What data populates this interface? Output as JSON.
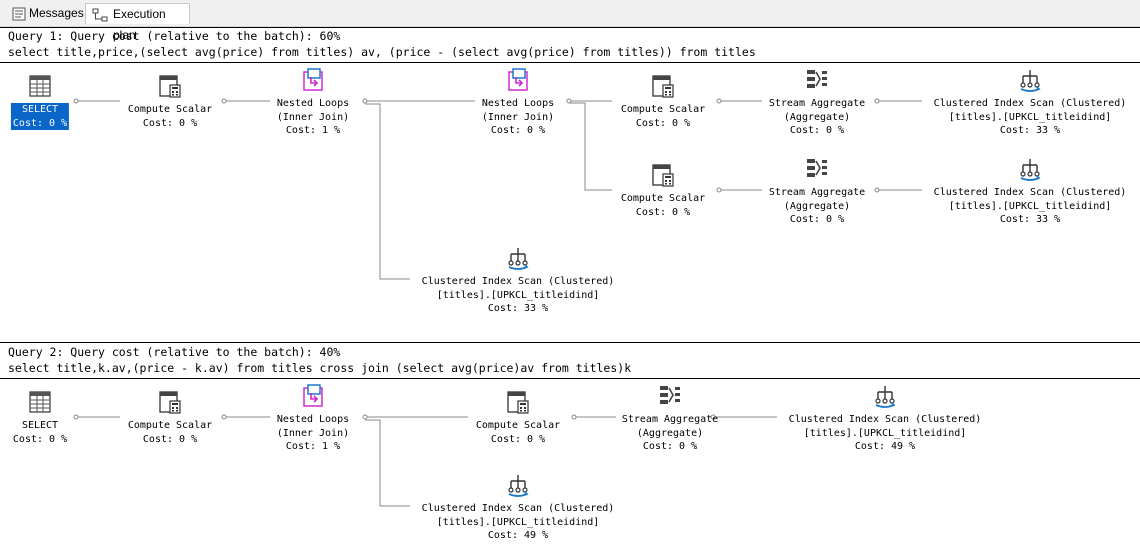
{
  "tabs": {
    "messages_label": "Messages",
    "plan_label": "Execution plan"
  },
  "query1": {
    "header": "Query 1: Query cost (relative to the batch): 60%",
    "sql": "select title,price,(select avg(price) from titles) av, (price - (select avg(price) from titles)) from titles",
    "nodes": {
      "select": {
        "l1": "SELECT",
        "l2": "Cost: 0 %"
      },
      "compute1": {
        "l1": "Compute Scalar",
        "l2": "Cost: 0 %"
      },
      "loops1": {
        "l1": "Nested Loops",
        "l2": "(Inner Join)",
        "l3": "Cost: 1 %"
      },
      "loops2": {
        "l1": "Nested Loops",
        "l2": "(Inner Join)",
        "l3": "Cost: 0 %"
      },
      "compute2": {
        "l1": "Compute Scalar",
        "l2": "Cost: 0 %"
      },
      "stream1": {
        "l1": "Stream Aggregate",
        "l2": "(Aggregate)",
        "l3": "Cost: 0 %"
      },
      "scan1": {
        "l1": "Clustered Index Scan (Clustered)",
        "l2": "[titles].[UPKCL_titleidind]",
        "l3": "Cost: 33 %"
      },
      "compute3": {
        "l1": "Compute Scalar",
        "l2": "Cost: 0 %"
      },
      "stream2": {
        "l1": "Stream Aggregate",
        "l2": "(Aggregate)",
        "l3": "Cost: 0 %"
      },
      "scan2": {
        "l1": "Clustered Index Scan (Clustered)",
        "l2": "[titles].[UPKCL_titleidind]",
        "l3": "Cost: 33 %"
      },
      "scan3": {
        "l1": "Clustered Index Scan (Clustered)",
        "l2": "[titles].[UPKCL_titleidind]",
        "l3": "Cost: 33 %"
      }
    }
  },
  "query2": {
    "header": "Query 2: Query cost (relative to the batch): 40%",
    "sql": "select title,k.av,(price - k.av) from titles cross join (select avg(price)av from titles)k",
    "nodes": {
      "select": {
        "l1": "SELECT",
        "l2": "Cost: 0 %"
      },
      "compute1": {
        "l1": "Compute Scalar",
        "l2": "Cost: 0 %"
      },
      "loops1": {
        "l1": "Nested Loops",
        "l2": "(Inner Join)",
        "l3": "Cost: 1 %"
      },
      "compute2": {
        "l1": "Compute Scalar",
        "l2": "Cost: 0 %"
      },
      "stream1": {
        "l1": "Stream Aggregate",
        "l2": "(Aggregate)",
        "l3": "Cost: 0 %"
      },
      "scan1": {
        "l1": "Clustered Index Scan (Clustered)",
        "l2": "[titles].[UPKCL_titleidind]",
        "l3": "Cost: 49 %"
      },
      "scan2": {
        "l1": "Clustered Index Scan (Clustered)",
        "l2": "[titles].[UPKCL_titleidind]",
        "l3": "Cost: 49 %"
      }
    }
  },
  "colors": {
    "selection": "#0a66c8",
    "loops_icon": "#d02ad0",
    "scan_icon": "#1e78c8"
  }
}
